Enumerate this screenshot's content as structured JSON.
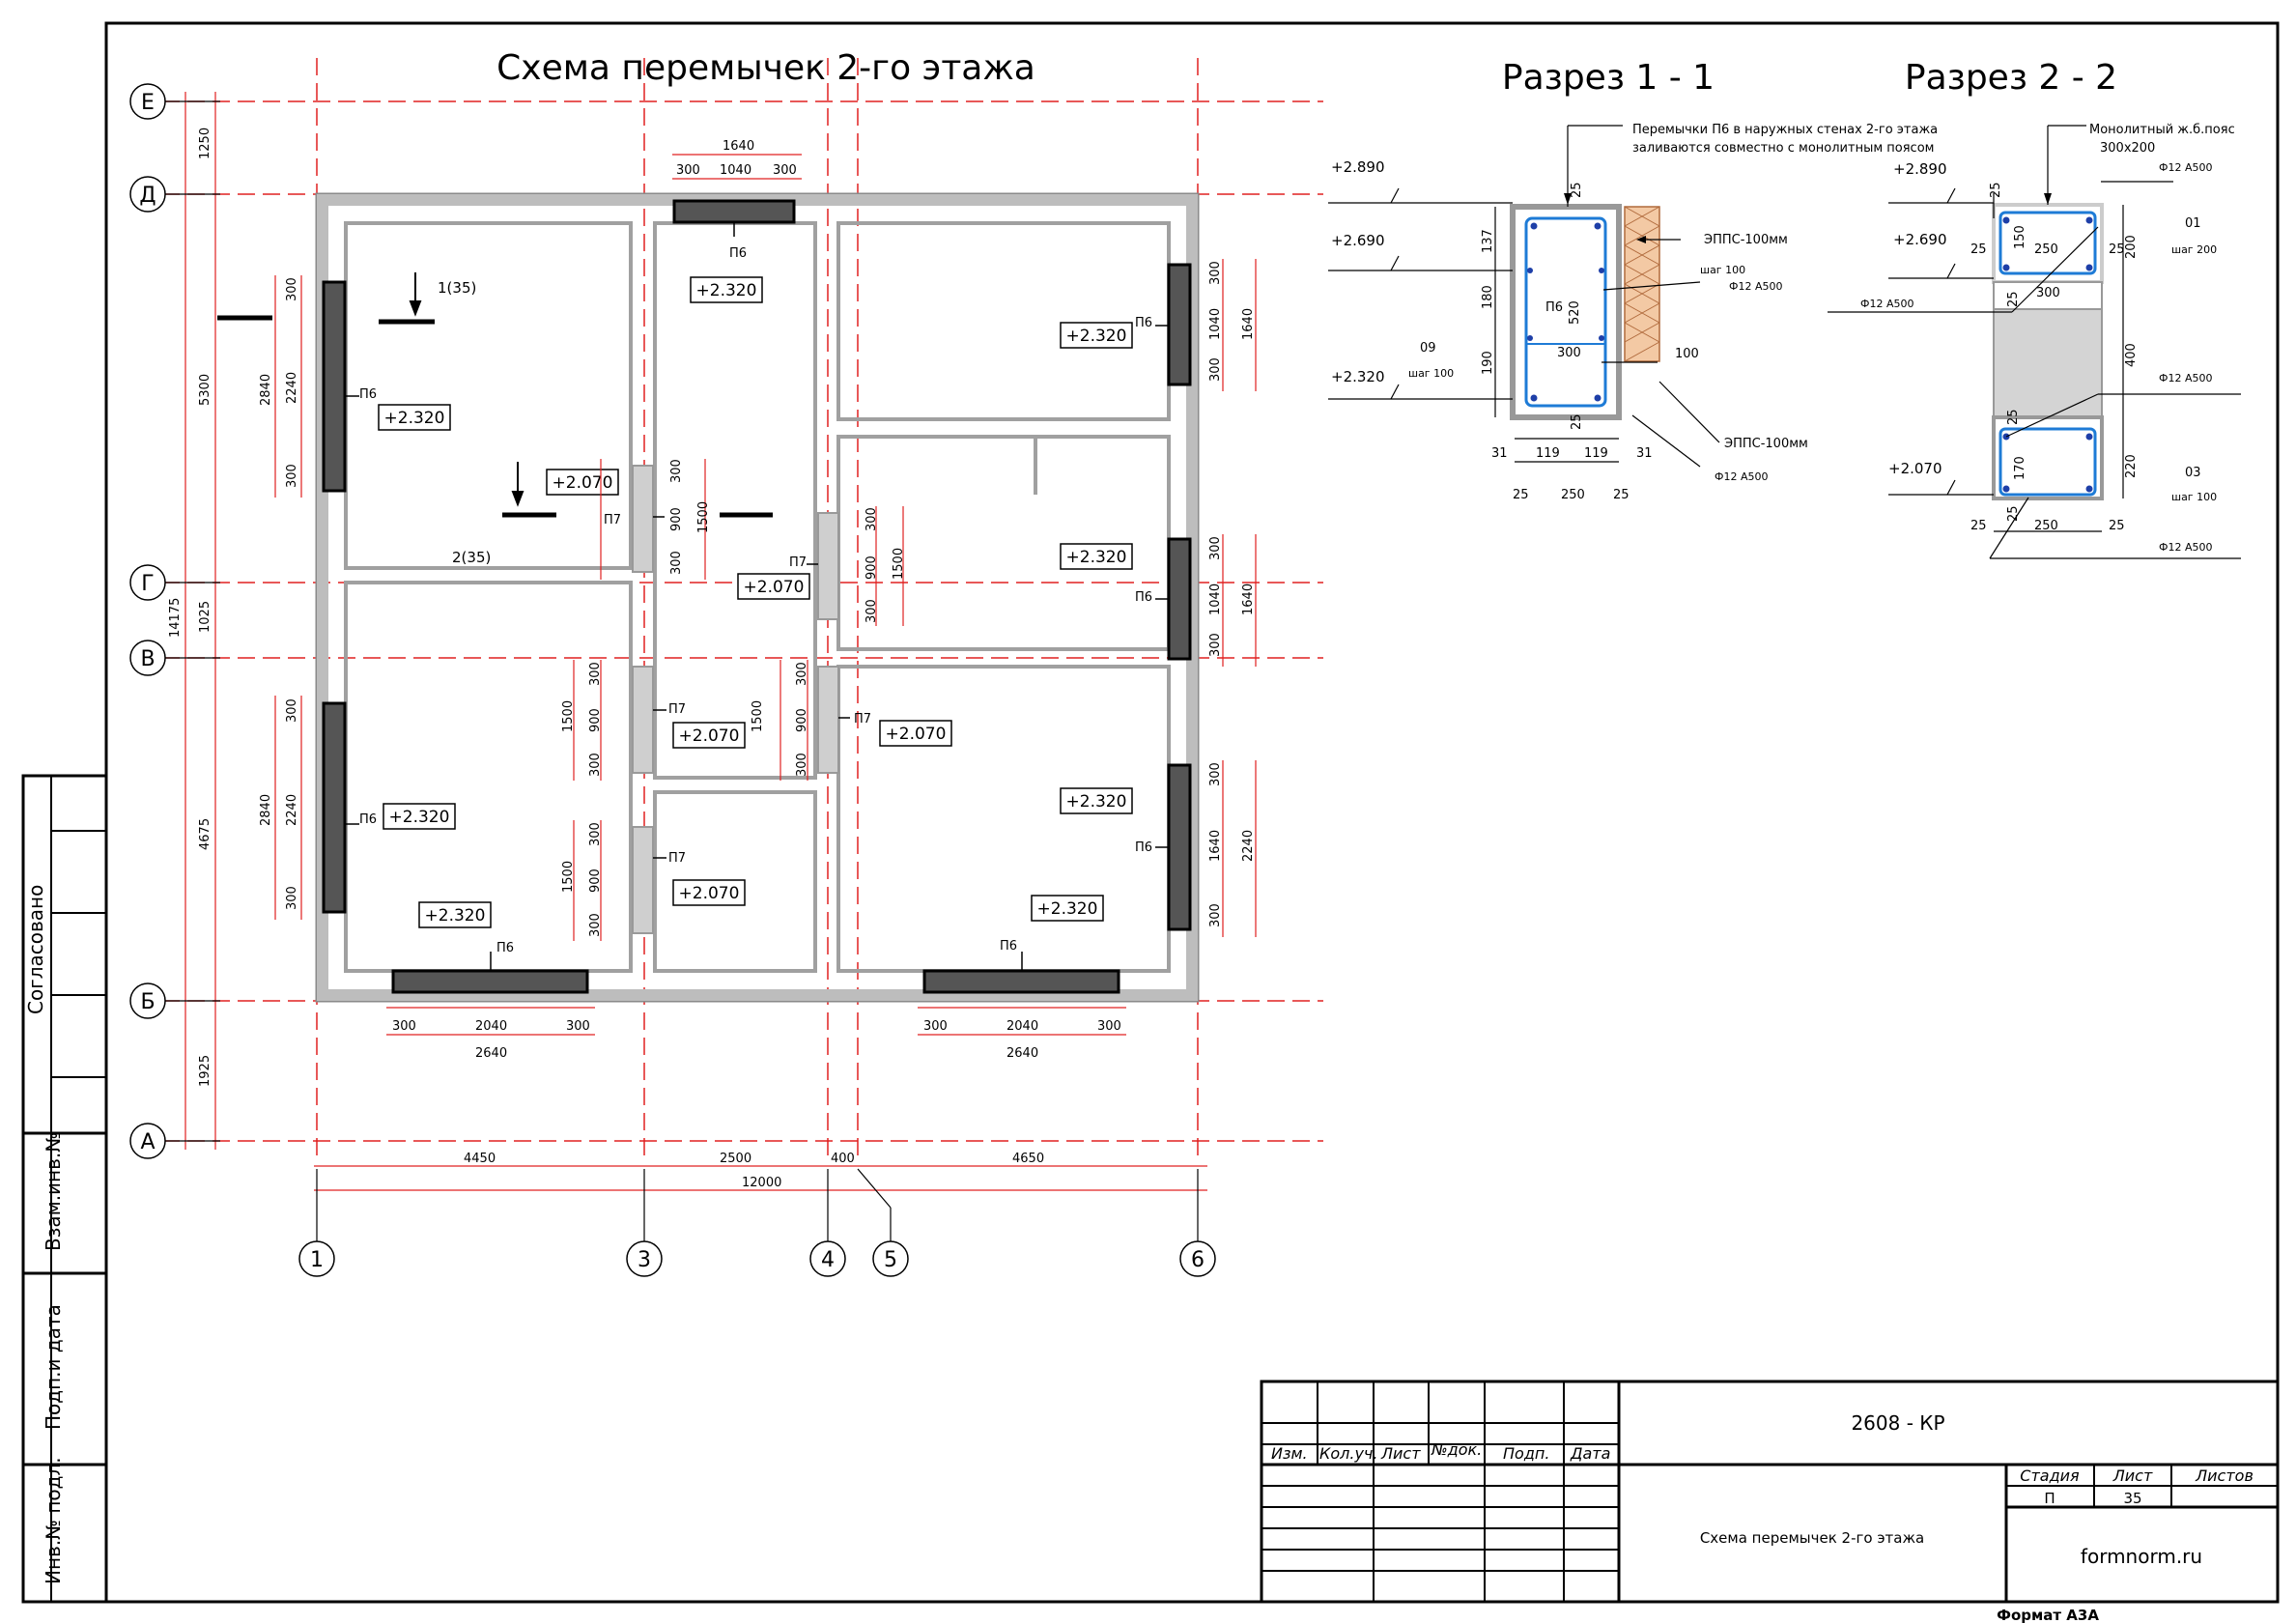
{
  "titles": {
    "plan": "Схема перемычек 2-го этажа",
    "section1": "Разрез 1 - 1",
    "section2": "Разрез 2 - 2"
  },
  "axes_letters": [
    "Е",
    "Д",
    "Г",
    "В",
    "Б",
    "А"
  ],
  "axes_numbers": [
    "1",
    "3",
    "4",
    "5",
    "6"
  ],
  "left_dims": [
    "1250",
    "5300",
    "14175",
    "1025",
    "4675",
    "1925"
  ],
  "bottom_dims": [
    "4450",
    "2500",
    "400",
    "4650",
    "12000"
  ],
  "lintel_marks": {
    "p6": "П6",
    "p7": "П7"
  },
  "levels": {
    "l2320": "+2.320",
    "l2070": "+2.070",
    "l2890": "+2.890",
    "l2690": "+2.690",
    "l2070b": "+2.070"
  },
  "lintel_dims": {
    "d300": "300",
    "d1040": "1040",
    "d1640": "1640",
    "d2240": "2240",
    "d2840": "2840",
    "d2040": "2040",
    "d2640": "2640",
    "d900": "900",
    "d1500": "1500"
  },
  "cut_labels": {
    "c1": "1(35)",
    "c2": "2(35)"
  },
  "section1": {
    "note_line1": "Перемычки П6 в наружных стенах 2-го этажа",
    "note_line2": "заливаются совместно с монолитным поясом",
    "eps1": "ЭППС-100мм",
    "eps2": "ЭППС-100мм",
    "step100": "шаг 100",
    "rebar": "Ф12 А500",
    "rebar2": "Ф12 А500",
    "d09": "09",
    "step100b": "шаг 100",
    "d137": "137",
    "d180": "180",
    "d190": "190",
    "d520": "520",
    "d25": "25",
    "d300": "300",
    "d100": "100",
    "d31": "31",
    "d119": "119",
    "d250": "250",
    "d31b": "31",
    "d119b": "119",
    "d25b": "25",
    "d25c": "25",
    "d25d": "25"
  },
  "section2": {
    "note_line1": "Монолитный ж.б.пояс",
    "note_line2": "300x200",
    "rebar_a": "Ф12 А500",
    "rebar_b": "Ф12 А500",
    "rebar_c": "Ф12 А500",
    "rebar_d": "Ф12 А500",
    "d01": "01",
    "step200": "шаг 200",
    "d03": "03",
    "step100": "шаг 100",
    "d25": "25",
    "d150": "150",
    "d250": "250",
    "d200": "200",
    "d300": "300",
    "d400": "400",
    "d170": "170",
    "d220": "220"
  },
  "title_block": {
    "code": "2608 - КР",
    "sheet_title": "Схема перемычек 2-го этажа",
    "cols": [
      "Изм.",
      "Кол.уч.",
      "Лист",
      "№док.",
      "Подп.",
      "Дата"
    ],
    "stage_hdr": "Стадия",
    "sheet_hdr": "Лист",
    "sheets_hdr": "Листов",
    "stage": "П",
    "sheet_no": "35",
    "site": "formnorm.ru",
    "format": "Формат А3А"
  },
  "side_stamps": {
    "agreed": "Согласовано",
    "inv_replace": "Взам.инв.№",
    "sign_date": "Подп.и дата",
    "inv_orig": "Инв.№ подл."
  }
}
